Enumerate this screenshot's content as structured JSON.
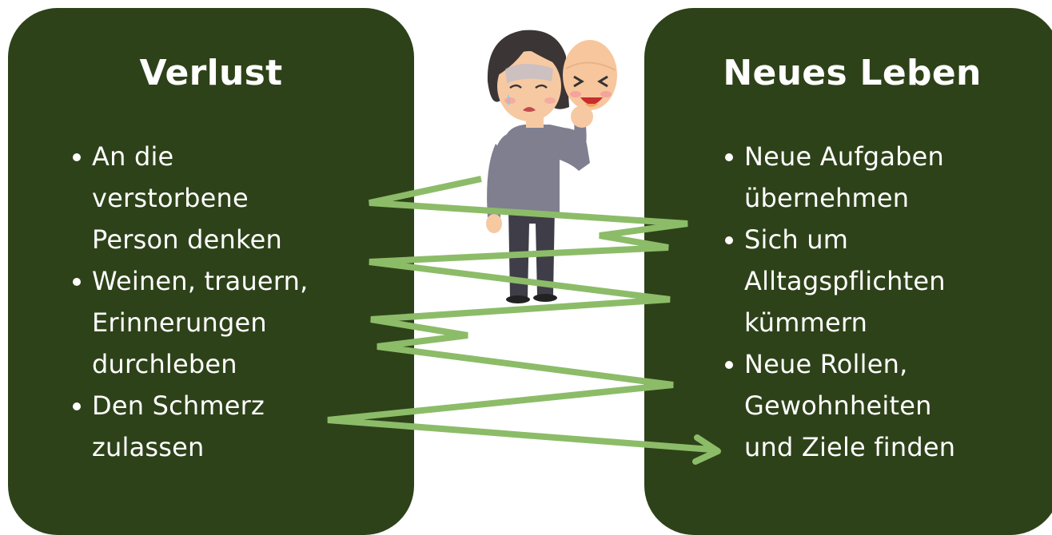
{
  "left": {
    "title": "Verlust",
    "items": [
      "An die verstorbene Person denken",
      "Weinen, trauern, Erinnerungen durchleben",
      "Den Schmerz zulassen"
    ]
  },
  "right": {
    "title": "Neues Leben",
    "items": [
      "Neue Aufgaben übernehmen",
      "Sich um Alltagspflichten kümmern",
      "Neue Rollen, Gewohnheiten und Ziele finden"
    ]
  },
  "colors": {
    "panel": "#2e4219",
    "zigzag": "#8cbc68",
    "text": "#ffffff"
  },
  "icons": {
    "illustration": "woman-holding-smiling-mask-illustration",
    "arrow": "zigzag-arrow"
  }
}
